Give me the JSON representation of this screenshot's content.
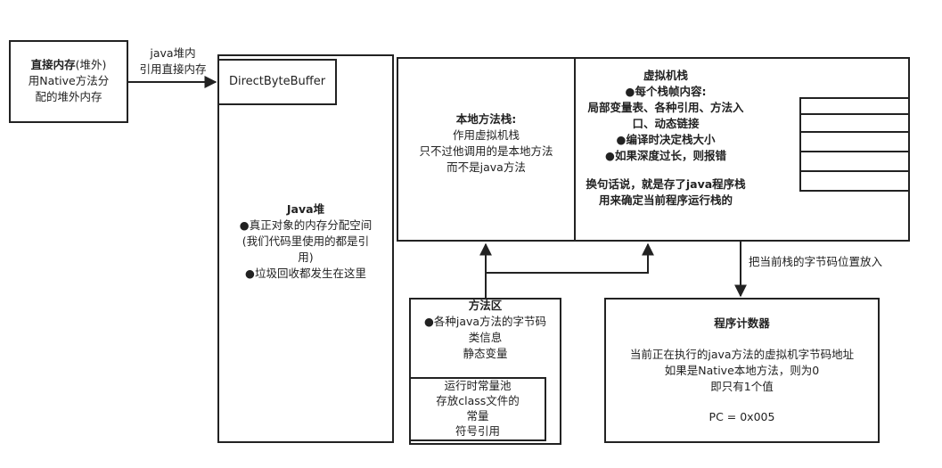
{
  "direct_memory": {
    "title_bold": "直接内存",
    "title_rest": "(堆外)",
    "line2": "用Native方法分",
    "line3": "配的堆外内存"
  },
  "arrow_label": {
    "line1": "java堆内",
    "line2": "引用直接内存"
  },
  "heap": {
    "buffer_label": "DirectByteBuffer",
    "title": "Java堆",
    "lines": [
      "●真正对象的内存分配空间",
      "(我们代码里使用的都是引",
      "用)",
      "●垃圾回收都发生在这里"
    ]
  },
  "native_stack": {
    "title": "本地方法栈:",
    "lines": [
      "作用虚拟机栈",
      "只不过他调用的是本地方法",
      "而不是java方法"
    ]
  },
  "vm_stack": {
    "title": "虚拟机栈",
    "lines": [
      "●每个栈帧内容:",
      "局部变量表、各种引用、方法入",
      "口、动态链接",
      "●编译时决定栈大小",
      "●如果深度过长，则报错"
    ],
    "summary": [
      "换句话说，就是存了java程序栈",
      "用来确定当前程序运行栈的"
    ]
  },
  "pc_arrow_label": "把当前栈的字节码位置放入",
  "method_area": {
    "title": "方法区",
    "lines": [
      "●各种java方法的字节码",
      "类信息",
      "静态变量"
    ],
    "pool": [
      "运行时常量池",
      "存放class文件的",
      "常量",
      "符号引用"
    ]
  },
  "pc_register": {
    "title": "程序计数器",
    "lines": [
      "当前正在执行的java方法的虚拟机字节码地址",
      "如果是Native本地方法，则为0",
      "即只有1个值"
    ],
    "value": "PC = 0x005"
  }
}
